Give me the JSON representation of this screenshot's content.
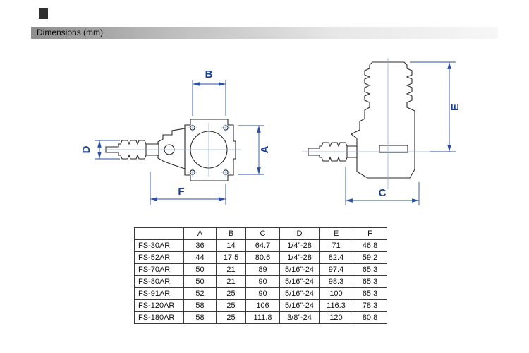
{
  "header": {
    "title": "Dimensions (mm)"
  },
  "dims": {
    "a": "A",
    "b": "B",
    "c": "C",
    "d": "D",
    "e": "E",
    "f": "F"
  },
  "table": {
    "headers": [
      "",
      "A",
      "B",
      "C",
      "D",
      "E",
      "F"
    ],
    "rows": [
      {
        "model": "FS-30AR",
        "a": "36",
        "b": "14",
        "c": "64.7",
        "d": "1/4”-28",
        "e": "71",
        "f": "46.8"
      },
      {
        "model": "FS-52AR",
        "a": "44",
        "b": "17.5",
        "c": "80.6",
        "d": "1/4”-28",
        "e": "82.4",
        "f": "59.2"
      },
      {
        "model": "FS-70AR",
        "a": "50",
        "b": "21",
        "c": "89",
        "d": "5/16”-24",
        "e": "97.4",
        "f": "65.3"
      },
      {
        "model": "FS-80AR",
        "a": "50",
        "b": "21",
        "c": "90",
        "d": "5/16”-24",
        "e": "98.3",
        "f": "65.3"
      },
      {
        "model": "FS-91AR",
        "a": "52",
        "b": "25",
        "c": "90",
        "d": "5/16”-24",
        "e": "100",
        "f": "65.3"
      },
      {
        "model": "FS-120AR",
        "a": "58",
        "b": "25",
        "c": "106",
        "d": "5/16”-24",
        "e": "116.3",
        "f": "78.3"
      },
      {
        "model": "FS-180AR",
        "a": "58",
        "b": "25",
        "c": "111.8",
        "d": "3/8”-24",
        "e": "120",
        "f": "80.8"
      }
    ]
  },
  "colors": {
    "dimension_blue": "#2b4fa2",
    "dimension_label_blue": "#1d3f8f",
    "centerline_blue": "#8fb3de",
    "drawing_line": "#2a2a2a",
    "titlebar_gradient_start": "#8e8e8e",
    "titlebar_gradient_end": "#f7f7f7"
  }
}
